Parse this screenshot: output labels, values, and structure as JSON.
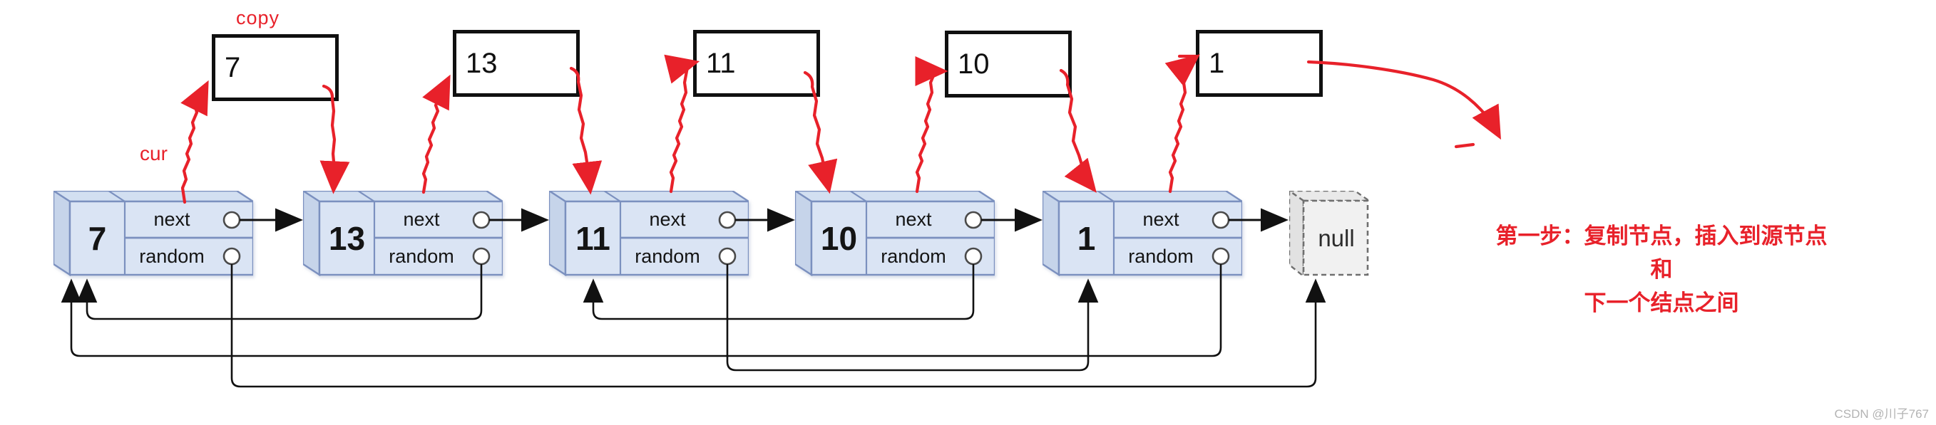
{
  "diagram": {
    "copy_label": "copy",
    "cur_label": "cur",
    "null_label": "null",
    "field_labels": {
      "next": "next",
      "random": "random"
    },
    "copy_boxes": [
      {
        "value": "7"
      },
      {
        "value": "13"
      },
      {
        "value": "11"
      },
      {
        "value": "10"
      },
      {
        "value": "1"
      }
    ],
    "nodes": [
      {
        "value": "7",
        "random_target": "null"
      },
      {
        "value": "13",
        "random_target": "7"
      },
      {
        "value": "11",
        "random_target": "1"
      },
      {
        "value": "10",
        "random_target": "11"
      },
      {
        "value": "1",
        "random_target": "7"
      }
    ],
    "annotation": {
      "line1": "第一步：复制节点，插入到源节点和",
      "line2": "下一个结点之间"
    },
    "watermark": "CSDN @川子767",
    "colors": {
      "red": "#e8212a",
      "node_fill": "#dae4f4",
      "node_border": "#7b90bf",
      "black": "#111111",
      "null_fill": "#f1f1f1"
    }
  }
}
